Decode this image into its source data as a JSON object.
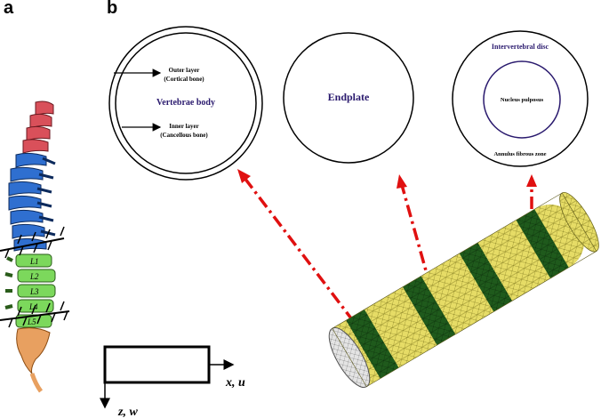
{
  "panels": {
    "a": "a",
    "b": "b"
  },
  "spine_labels": [
    "L1",
    "L2",
    "L3",
    "L4",
    "L5"
  ],
  "vertebra": {
    "title": "Vertebrae body",
    "outer_line1": "Outer layer",
    "outer_line2": "(Cortical bone)",
    "inner_line1": "Inner layer",
    "inner_line2": "(Cancellous bone)"
  },
  "endplate": {
    "title": "Endplate"
  },
  "disc": {
    "title": "Intervertebral disc",
    "nucleus": "Nucleus pulposus",
    "annulus": "Annulus fibrous zone"
  },
  "axes": {
    "x": "x, u",
    "z": "z, w"
  },
  "colors": {
    "purple_text": "#2a1a6e",
    "mesh_yellow": "#e9e06a",
    "mesh_green": "#1f5a1c",
    "arrow_red": "#e01010",
    "spine_red": "#d9505a",
    "spine_blue": "#2f6fd0",
    "spine_green": "#7cd85c",
    "sacrum": "#e8a060"
  }
}
